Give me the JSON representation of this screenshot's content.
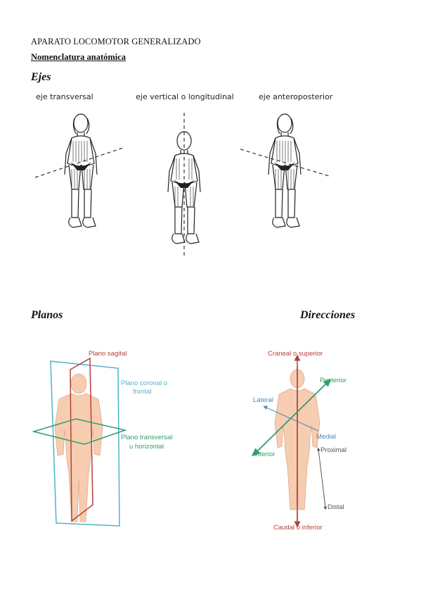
{
  "document": {
    "title": "APARATO LOCOMOTOR GENERALIZADO",
    "subtitle": "Nomenclatura anatómica"
  },
  "sections": {
    "ejes": "Ejes",
    "planos": "Planos",
    "direcciones": "Direcciones"
  },
  "ejes_labels": {
    "transversal": "eje transversal",
    "vertical": "eje vertical o longitudinal",
    "anteroposterior": "eje anteroposterior"
  },
  "planos_labels": {
    "sagital": "Plano sagital",
    "coronal_1": "Plano coronal o",
    "coronal_2": "frontal",
    "transversal_1": "Plano transversal",
    "transversal_2": "u horizontal"
  },
  "direcciones_labels": {
    "craneal": "Craneal o superior",
    "posterior": "Posterior",
    "lateral": "Lateral",
    "medial": "Medial",
    "anterior": "Anterior",
    "proximal": "Proximal",
    "distal": "Distal",
    "caudal": "Caudal o inferior"
  },
  "colors": {
    "sagital": "#b5403c",
    "coronal": "#4fb3cf",
    "transversal": "#2f9e6a",
    "skin": "#f6cdb0",
    "craneal": "#b5403c",
    "anterior": "#2f9e6a",
    "lateral": "#4a89b8",
    "proximal": "#555555"
  }
}
